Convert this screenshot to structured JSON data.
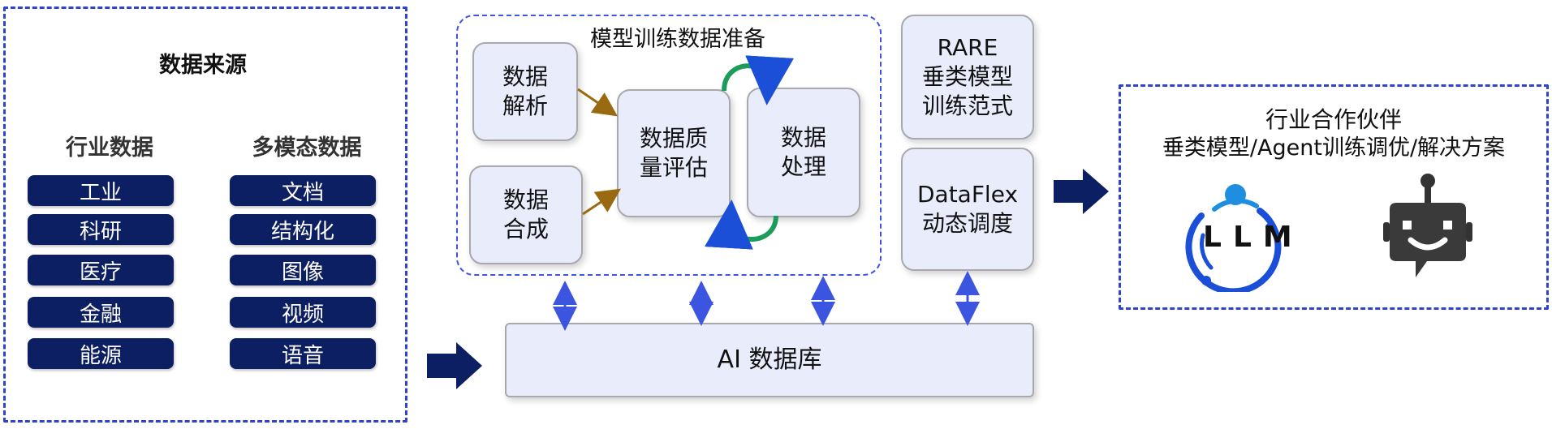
{
  "sources": {
    "title": "数据来源",
    "industry": {
      "title": "行业数据",
      "items": [
        "工业",
        "科研",
        "医疗",
        "金融",
        "能源"
      ]
    },
    "multimodal": {
      "title": "多模态数据",
      "items": [
        "文档",
        "结构化",
        "图像",
        "视频",
        "语音"
      ]
    }
  },
  "prep": {
    "title": "模型训练数据准备",
    "parse": "数据\n解析",
    "synth": "数据\n合成",
    "quality": "数据质\n量评估",
    "process": "数据\n处理"
  },
  "rare": "RARE\n垂类模型\n训练范式",
  "dataflex": "DataFlex\n动态调度",
  "database": "AI 数据库",
  "partners": {
    "line1": "行业合作伙伴",
    "line2": "垂类模型/Agent训练调优/解决方案",
    "llm_logo_text": "LLM"
  },
  "colors": {
    "pill": "#0d1f63",
    "dash": "#2f44c8",
    "node_fill": "#e9ecfb",
    "arrow_brown": "#9a6a12",
    "arrow_blue": "#3b55e0",
    "cycle_green": "#1c9c5a",
    "cycle_blue": "#1b4fd8"
  }
}
